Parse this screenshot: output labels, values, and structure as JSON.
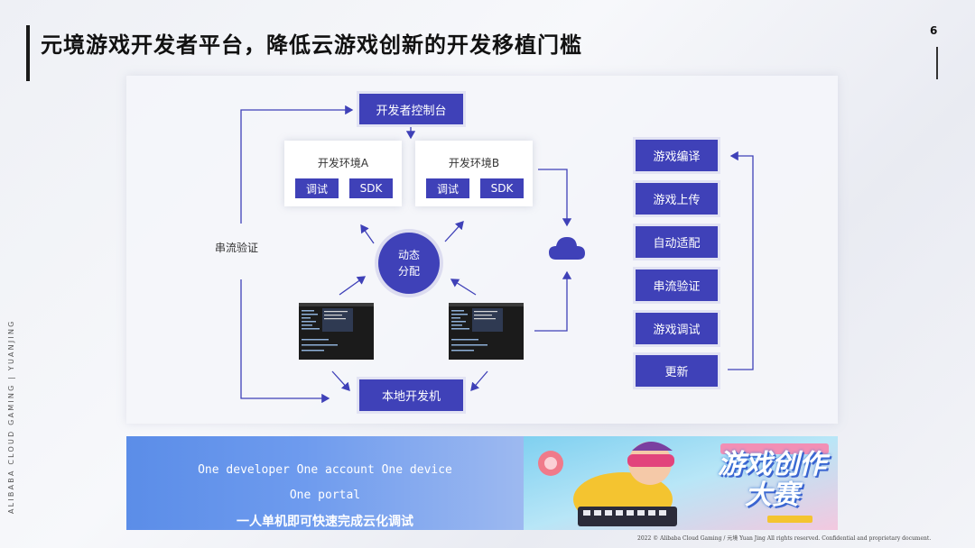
{
  "page": {
    "title": "元境游戏开发者平台，降低云游戏创新的开发移植门槛",
    "page_number": "6",
    "side_text": "ALIBABA CLOUD GAMING | YUANJING",
    "copyright": "2022 © Alibaba Cloud Gaming / 元境 Yuan Jing All rights reserved. Confidential and proprietary document."
  },
  "diagram": {
    "console": "开发者控制台",
    "env_a": {
      "title": "开发环境A",
      "debug": "调试",
      "sdk": "SDK"
    },
    "env_b": {
      "title": "开发环境B",
      "debug": "调试",
      "sdk": "SDK"
    },
    "dynamic_line1": "动态",
    "dynamic_line2": "分配",
    "stream_verify_label": "串流验证",
    "local_machine": "本地开发机",
    "cloud_icon": "cloud-icon",
    "steps": [
      "游戏编译",
      "游戏上传",
      "自动适配",
      "串流验证",
      "游戏调试",
      "更新"
    ]
  },
  "banner": {
    "line1": "One  developer  One  account  One  device",
    "line2": "One  portal",
    "line3": "一人单机即可快速完成云化调试"
  },
  "promo": {
    "title_line1": "游戏创作",
    "title_line2": "大赛"
  },
  "colors": {
    "accent": "#3f41b8",
    "banner": "#6e9bee"
  }
}
